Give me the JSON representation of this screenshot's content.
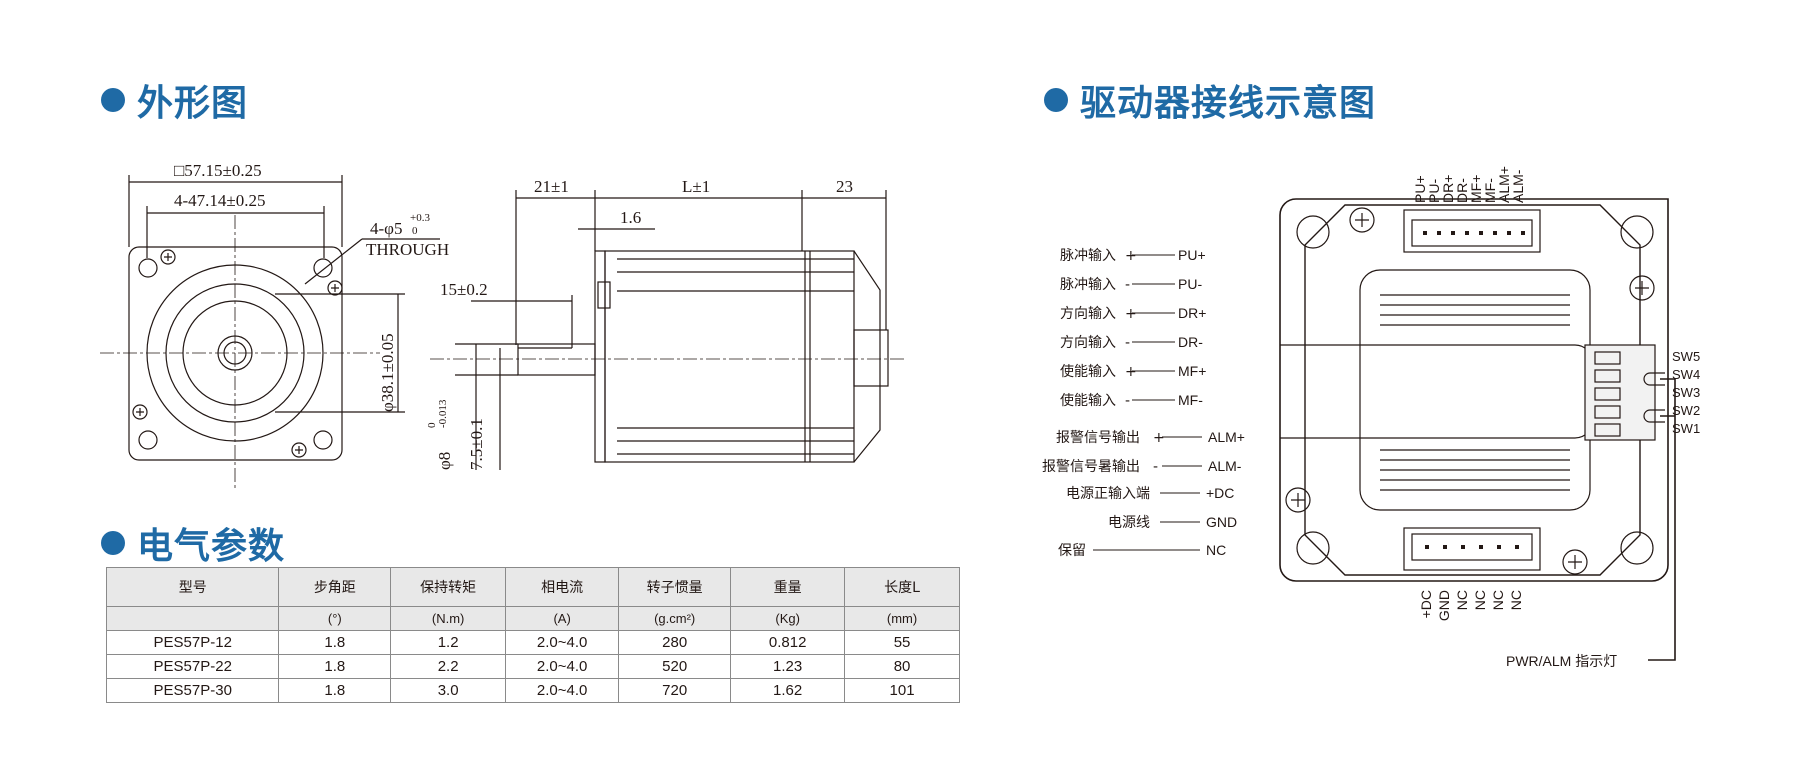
{
  "sections": {
    "outline": "外形图",
    "wiring": "驱动器接线示意图",
    "params": "电气参数"
  },
  "dimensions": {
    "square": "□57.15±0.25",
    "hole_pitch": "4-47.14±0.25",
    "holes": "4-φ5",
    "holes_tol_upper": "+0.3",
    "holes_tol_lower": "0",
    "through": "THROUGH",
    "pilot": "φ38.1±0.05",
    "shaft_len": "21±1",
    "body_len": "L±1",
    "rear_len": "23",
    "flange": "1.6",
    "flat_len": "15±0.2",
    "shaft_dia": "φ8",
    "shaft_tol_upper": "0",
    "shaft_tol_lower": "-0.013",
    "flat_depth": "7.5±0.1"
  },
  "wiring": {
    "signals": [
      {
        "label": "脉冲输入",
        "sign": "+",
        "pin": "PU+"
      },
      {
        "label": "脉冲输入",
        "sign": "-",
        "pin": "PU-"
      },
      {
        "label": "方向输入",
        "sign": "+",
        "pin": "DR+"
      },
      {
        "label": "方向输入",
        "sign": "-",
        "pin": "DR-"
      },
      {
        "label": "使能输入",
        "sign": "+",
        "pin": "MF+"
      },
      {
        "label": "使能输入",
        "sign": "-",
        "pin": "MF-"
      },
      {
        "label": "报警信号输出",
        "sign": "+",
        "pin": "ALM+"
      },
      {
        "label": "报警信号暑输出",
        "sign": "-",
        "pin": "ALM-"
      },
      {
        "label": "电源正输入端",
        "sign": "",
        "pin": "+DC"
      },
      {
        "label": "电源线",
        "sign": "",
        "pin": "GND"
      },
      {
        "label": "保留",
        "sign": "",
        "pin": "NC"
      }
    ],
    "top_pins": [
      "PU+",
      "PU-",
      "DR+",
      "DR-",
      "MF+",
      "MF-",
      "ALM+",
      "ALM-"
    ],
    "bottom_pins": [
      "+DC",
      "GND",
      "NC",
      "NC",
      "NC",
      "NC"
    ],
    "switches": [
      "SW5",
      "SW4",
      "SW3",
      "SW2",
      "SW1"
    ],
    "indicator": "PWR/ALM 指示灯"
  },
  "table": {
    "headers": [
      "型号",
      "步角距",
      "保持转矩",
      "相电流",
      "转子惯量",
      "重量",
      "长度L"
    ],
    "units": [
      "",
      "(°)",
      "(N.m)",
      "(A)",
      "(g.cm²)",
      "(Kg)",
      "(mm)"
    ],
    "rows": [
      [
        "PES57P-12",
        "1.8",
        "1.2",
        "2.0~4.0",
        "280",
        "0.812",
        "55"
      ],
      [
        "PES57P-22",
        "1.8",
        "2.2",
        "2.0~4.0",
        "520",
        "1.23",
        "80"
      ],
      [
        "PES57P-30",
        "1.8",
        "3.0",
        "2.0~4.0",
        "720",
        "1.62",
        "101"
      ]
    ]
  },
  "colors": {
    "accent": "#1f6aa5",
    "line": "#231815"
  }
}
